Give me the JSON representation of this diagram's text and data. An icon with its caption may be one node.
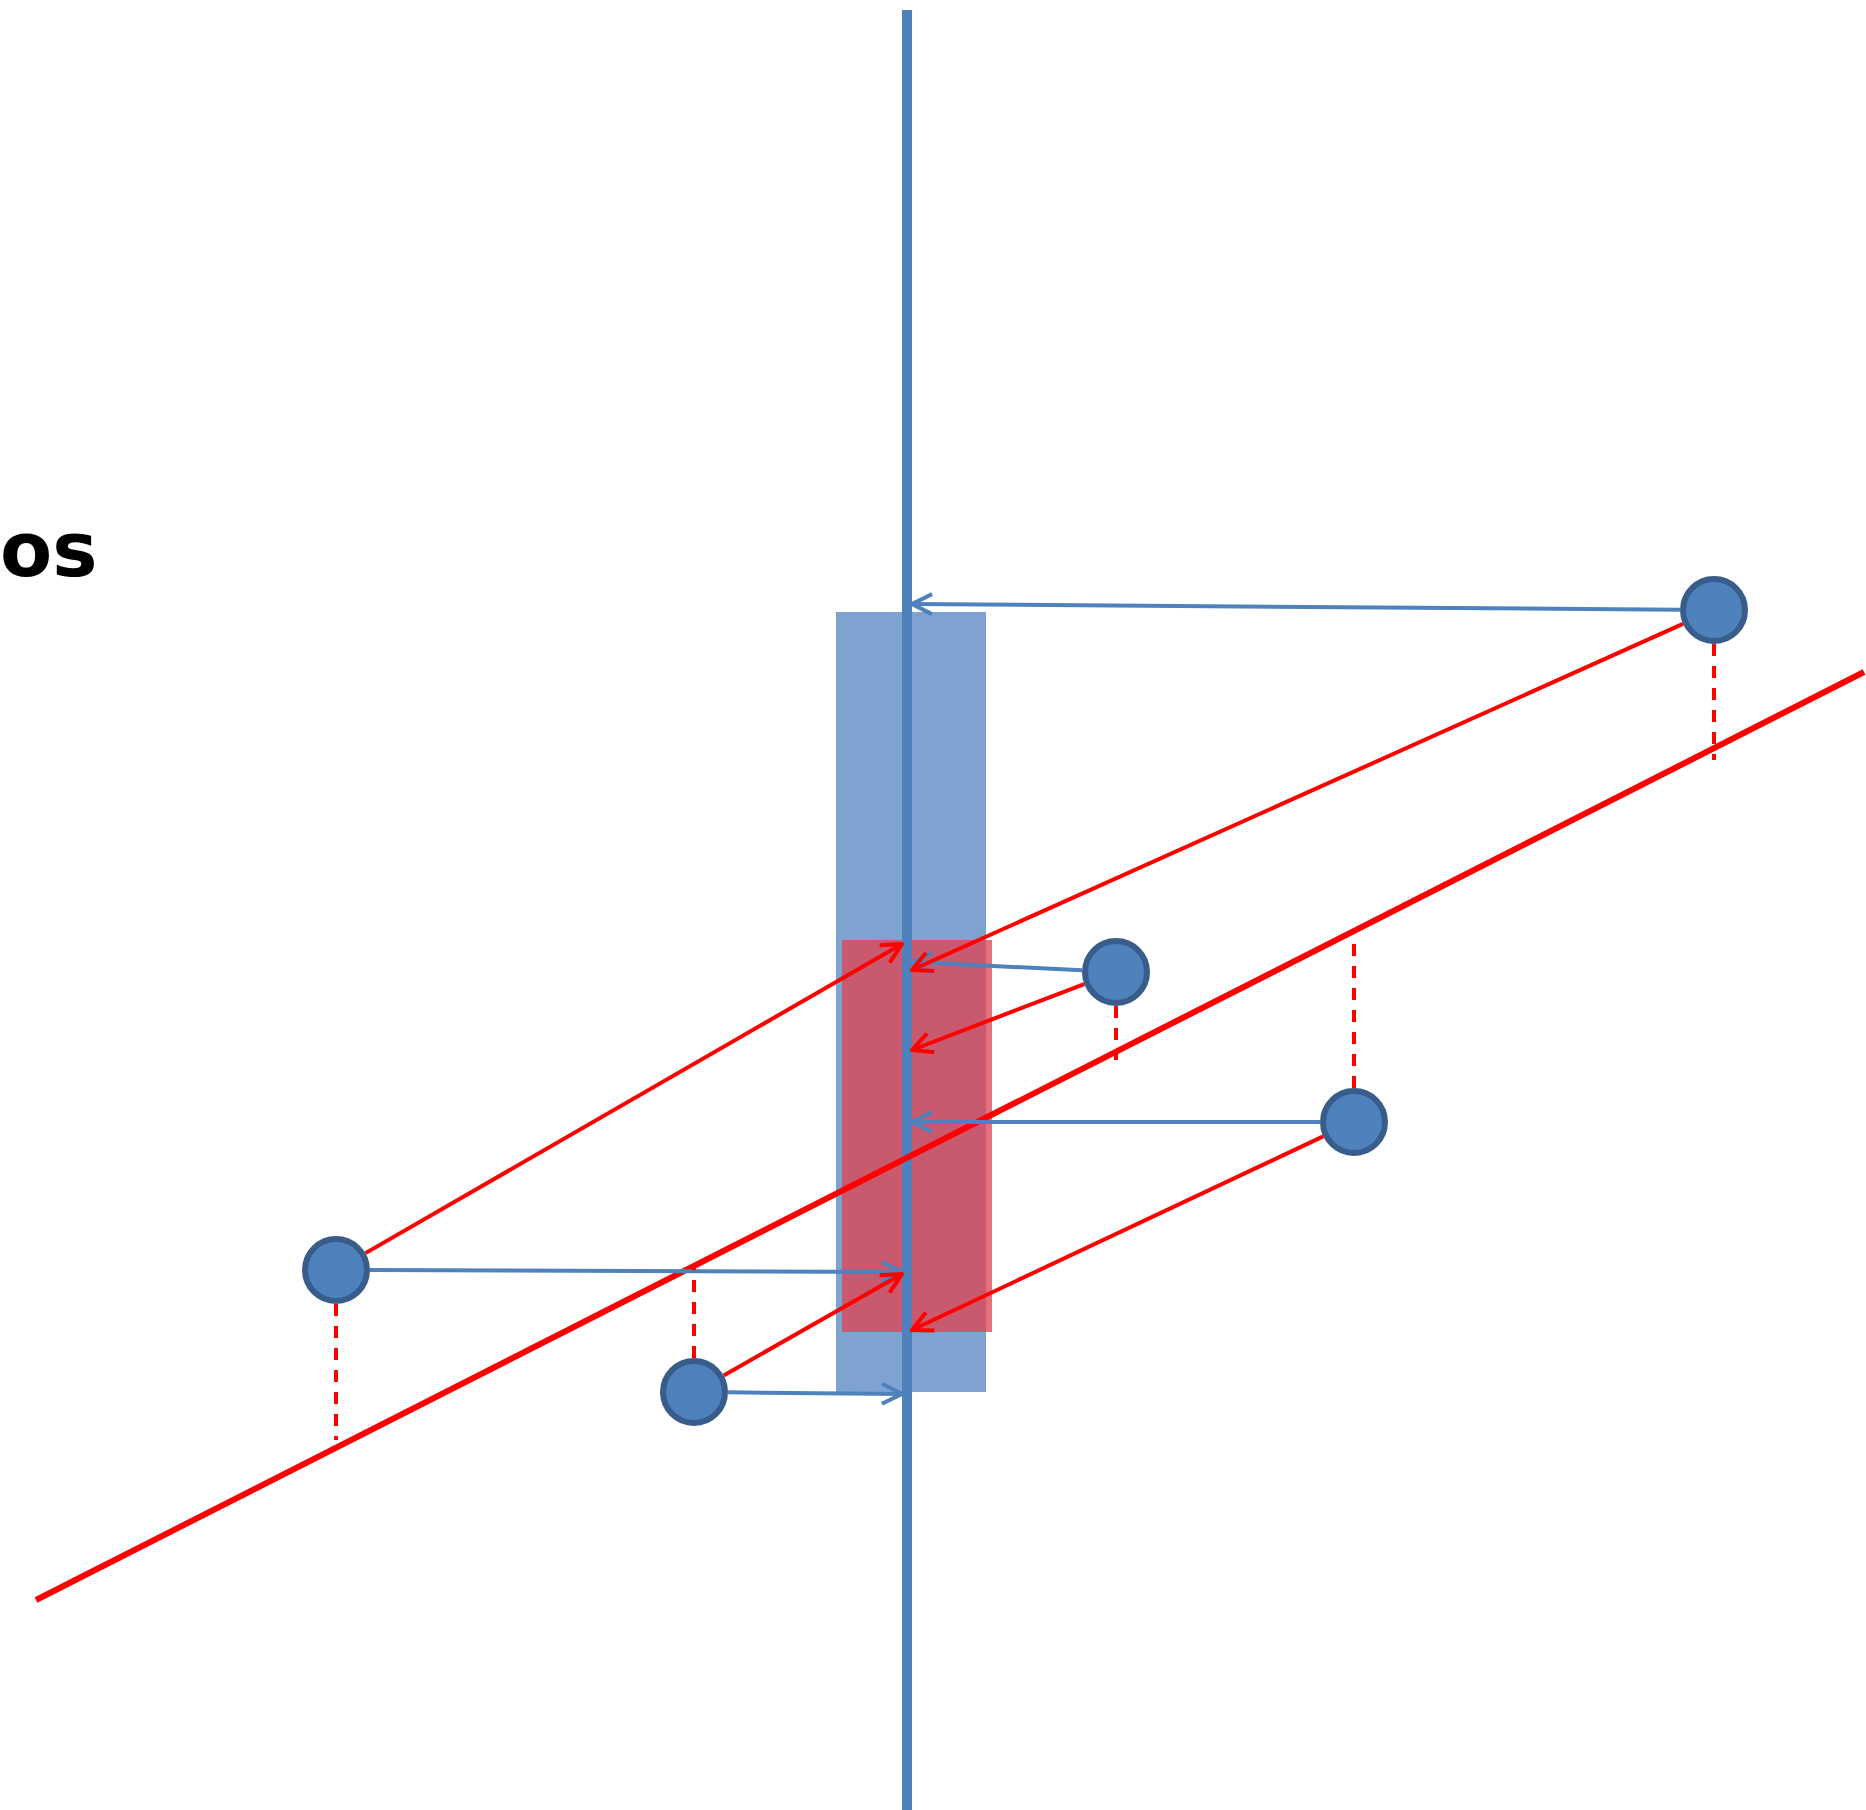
{
  "diagram": {
    "nodes": [
      {
        "text": [],
        "shape": "circle"
      },
      {
        "text": [],
        "shape": "circle"
      },
      {
        "text": [],
        "shape": "circle"
      },
      {
        "text": [],
        "shape": "circle"
      },
      {
        "text": [],
        "shape": "circle"
      },
      {
        "text": [],
        "shape": "bar"
      }
    ],
    "edges": [
      {
        "from": 0,
        "to": 5,
        "arrow": "to",
        "color": "#4f81bd"
      },
      {
        "from": 1,
        "to": 5,
        "arrow": "to",
        "color": "#4f81bd"
      },
      {
        "from": 2,
        "to": 5,
        "arrow": "to",
        "color": "#4f81bd"
      },
      {
        "from": 3,
        "to": 5,
        "arrow": "to",
        "color": "#4f81bd"
      },
      {
        "from": 4,
        "to": 5,
        "arrow": "to",
        "color": "#4f81bd"
      },
      {
        "from": 0,
        "to": 5,
        "arrow": "to"
      },
      {
        "from": 1,
        "to": 5,
        "arrow": "to"
      },
      {
        "from": 2,
        "to": 5,
        "arrow": "to"
      },
      {
        "from": 3,
        "to": 5,
        "arrow": "to"
      },
      {
        "from": 4,
        "to": 5,
        "arrow": "to"
      },
      {
        "from": 0,
        "to": null,
        "arrow": "none",
        "style": "dashed"
      },
      {
        "from": 1,
        "to": null,
        "arrow": "none",
        "style": "dashed"
      },
      {
        "from": 2,
        "to": null,
        "arrow": "none",
        "style": "dashed"
      },
      {
        "from": 3,
        "to": null,
        "arrow": "none",
        "style": "dashed"
      },
      {
        "from": 4,
        "to": null,
        "arrow": "none",
        "style": "dashed"
      }
    ],
    "labels": [
      "os"
    ]
  }
}
